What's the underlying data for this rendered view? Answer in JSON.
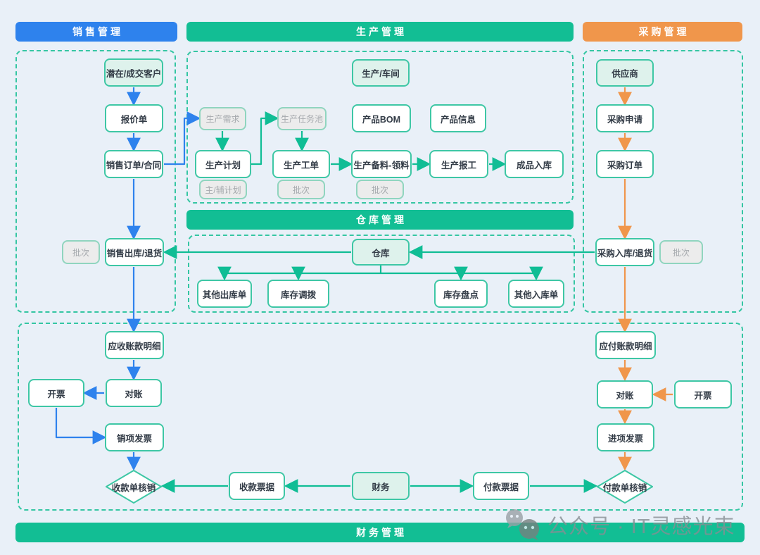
{
  "colors": {
    "sales_blue": "#2e82ed",
    "production_green": "#12be94",
    "purchase_orange": "#f0964b",
    "arrow_teal": "#10bd95",
    "dashed_border_teal": "#35c6a3",
    "node_border_teal": "#3ec7a5",
    "node_teal_fill": "#def2ec",
    "node_gray_fill": "#ececec",
    "gray_text": "#a5a9ad",
    "background": "#e9f0f8"
  },
  "banners": {
    "sales": "销售管理",
    "production": "生产管理",
    "purchase": "采购管理",
    "warehouse": "仓库管理",
    "finance": "财务管理"
  },
  "nodes": {
    "customer": {
      "label": "潜在/成交客户"
    },
    "quote": {
      "label": "报价单"
    },
    "sales_order": {
      "label": "销售订单/合同"
    },
    "sales_batch": {
      "label": "批次"
    },
    "sales_out": {
      "label": "销售出库/退货"
    },
    "workshop": {
      "label": "生产/车间"
    },
    "prod_demand": {
      "label": "生产需求"
    },
    "task_pool": {
      "label": "生产任务池"
    },
    "bom": {
      "label": "产品BOM"
    },
    "prod_info": {
      "label": "产品信息"
    },
    "prod_plan": {
      "label": "生产计划"
    },
    "work_order": {
      "label": "生产工单"
    },
    "material_pick": {
      "label": "生产备料-领料"
    },
    "work_report": {
      "label": "生产报工"
    },
    "finished_in": {
      "label": "成品入库"
    },
    "main_aux_plan": {
      "label": "主/辅计划"
    },
    "wo_batch": {
      "label": "批次"
    },
    "mat_batch": {
      "label": "批次"
    },
    "warehouse": {
      "label": "仓库"
    },
    "other_out": {
      "label": "其他出库单"
    },
    "stock_transfer": {
      "label": "库存调拨"
    },
    "stock_check": {
      "label": "库存盘点"
    },
    "other_in": {
      "label": "其他入库单"
    },
    "supplier": {
      "label": "供应商"
    },
    "purch_req": {
      "label": "采购申请"
    },
    "purch_order": {
      "label": "采购订单"
    },
    "purch_in": {
      "label": "采购入库/退货"
    },
    "purch_batch": {
      "label": "批次"
    },
    "ar_detail": {
      "label": "应收账款明细"
    },
    "invoice_left": {
      "label": "开票"
    },
    "recon_left": {
      "label": "对账"
    },
    "sales_invoice": {
      "label": "销项发票"
    },
    "receipt_verify": {
      "label": "收款单核销"
    },
    "receipt_bill": {
      "label": "收款票据"
    },
    "finance_node": {
      "label": "财务"
    },
    "payment_bill": {
      "label": "付款票据"
    },
    "payment_verify": {
      "label": "付款单核销"
    },
    "ap_detail": {
      "label": "应付账款明细"
    },
    "recon_right": {
      "label": "对账"
    },
    "invoice_right": {
      "label": "开票"
    },
    "input_invoice": {
      "label": "进项发票"
    }
  },
  "watermark": {
    "text": "公众号 · IT灵感光束"
  }
}
